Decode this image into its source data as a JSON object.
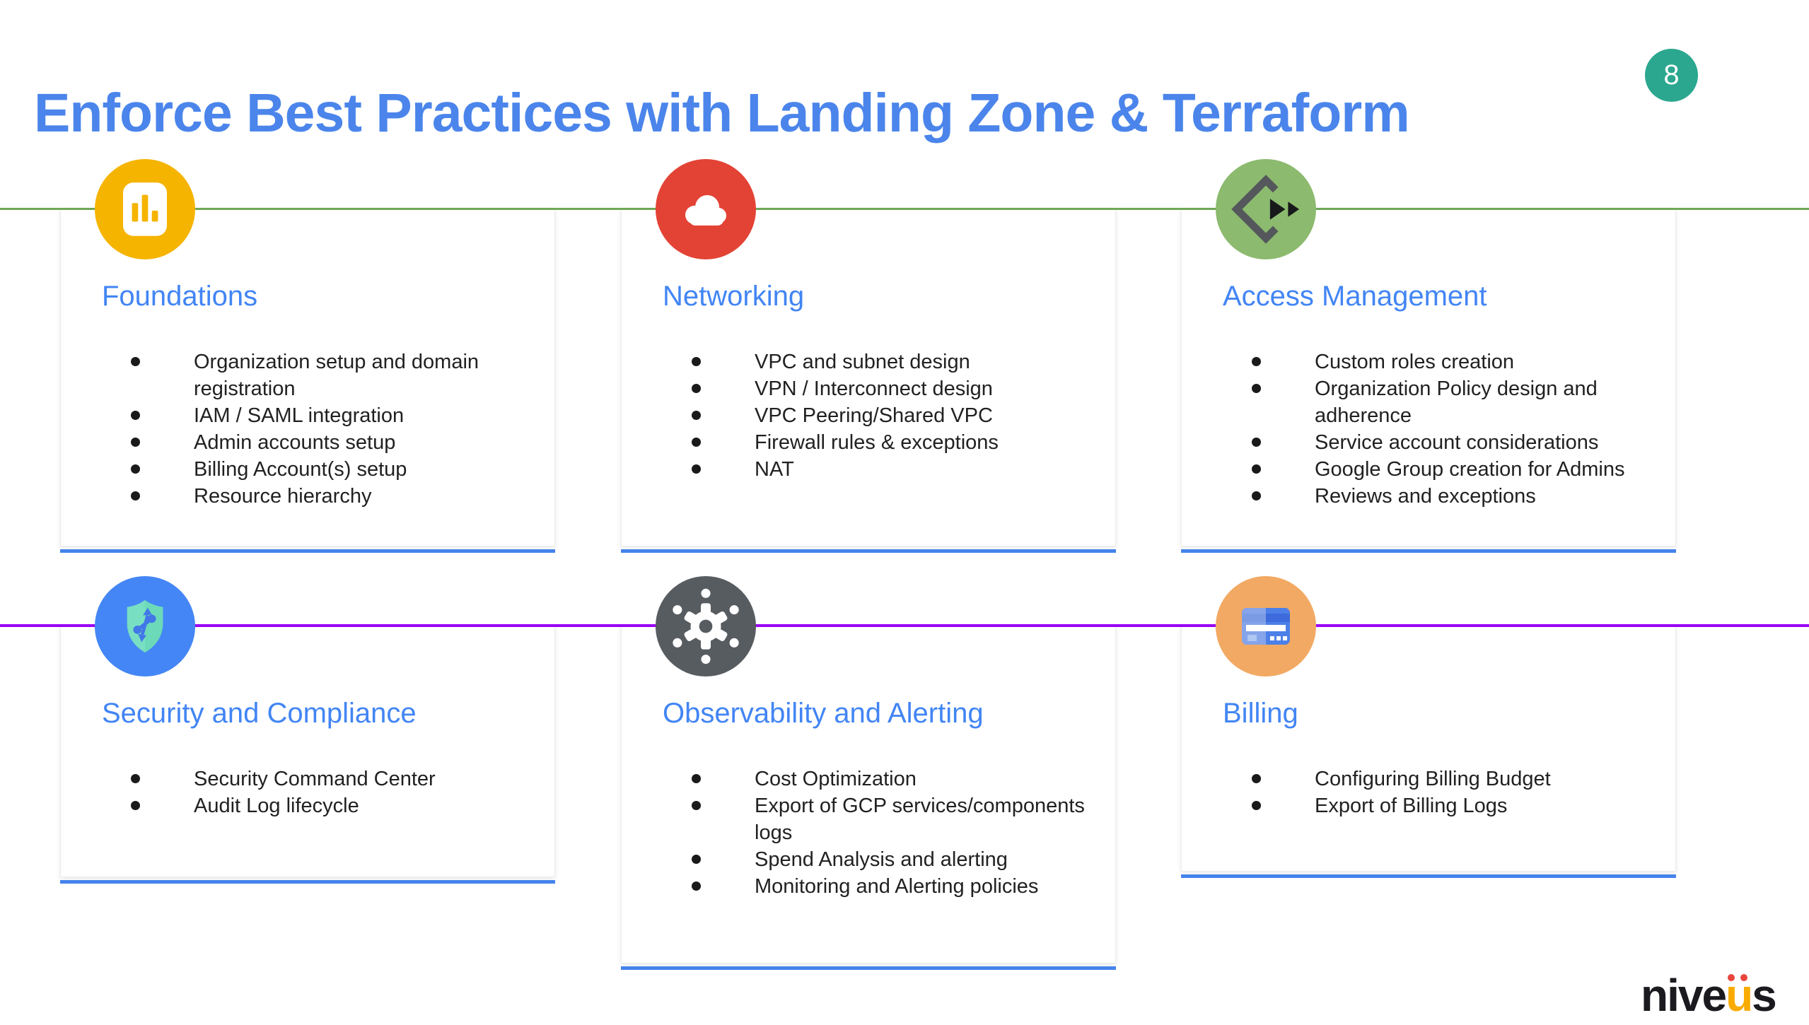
{
  "slide": {
    "title": "Enforce Best Practices with Landing Zone & Terraform",
    "page_number": "8"
  },
  "colors": {
    "title_blue": "#4b85eb",
    "card_title_blue": "#4285f4",
    "body_text": "#212121",
    "green_divider": "#6fa757",
    "purple_divider": "#9900f6",
    "card_accent_blue": "#4583ec",
    "badge_teal": "#2ba78f",
    "circle_yellow": "#f5b400",
    "circle_red": "#e34335",
    "circle_green": "#8cba6e",
    "circle_blue": "#4486f5",
    "circle_gray": "#575c61",
    "circle_orange": "#f2a963",
    "logo_black": "#1b1b1f",
    "logo_orange": "#f9ab00",
    "logo_dot_red": "#e8453c"
  },
  "cards": [
    {
      "title": "Foundations",
      "icon": "bar-chart-icon",
      "bullets": [
        "Organization setup and domain registration",
        "IAM / SAML integration",
        "Admin accounts setup",
        "Billing Account(s) setup",
        "Resource hierarchy"
      ]
    },
    {
      "title": "Networking",
      "icon": "cloud-icon",
      "bullets": [
        "VPC and subnet design",
        "VPN / Interconnect design",
        "VPC Peering/Shared VPC",
        "Firewall rules & exceptions",
        "NAT"
      ]
    },
    {
      "title": "Access Management",
      "icon": "code-diamond-icon",
      "bullets": [
        "Custom roles creation",
        "Organization Policy design and adherence",
        "Service account considerations",
        "Google Group creation for Admins",
        "Reviews and exceptions"
      ]
    },
    {
      "title": "Security and Compliance",
      "icon": "shield-network-icon",
      "bullets": [
        "Security Command Center",
        "Audit Log lifecycle"
      ]
    },
    {
      "title": "Observability and Alerting",
      "icon": "services-gear-icon",
      "bullets": [
        "Cost Optimization",
        "Export of GCP services/components logs",
        "Spend Analysis and alerting",
        "Monitoring and Alerting policies"
      ]
    },
    {
      "title": "Billing",
      "icon": "credit-card-icon",
      "bullets": [
        "Configuring Billing Budget",
        "Export of Billing Logs"
      ]
    }
  ],
  "logo": {
    "prefix": "nive",
    "accent_letter": "u",
    "suffix": "s"
  }
}
